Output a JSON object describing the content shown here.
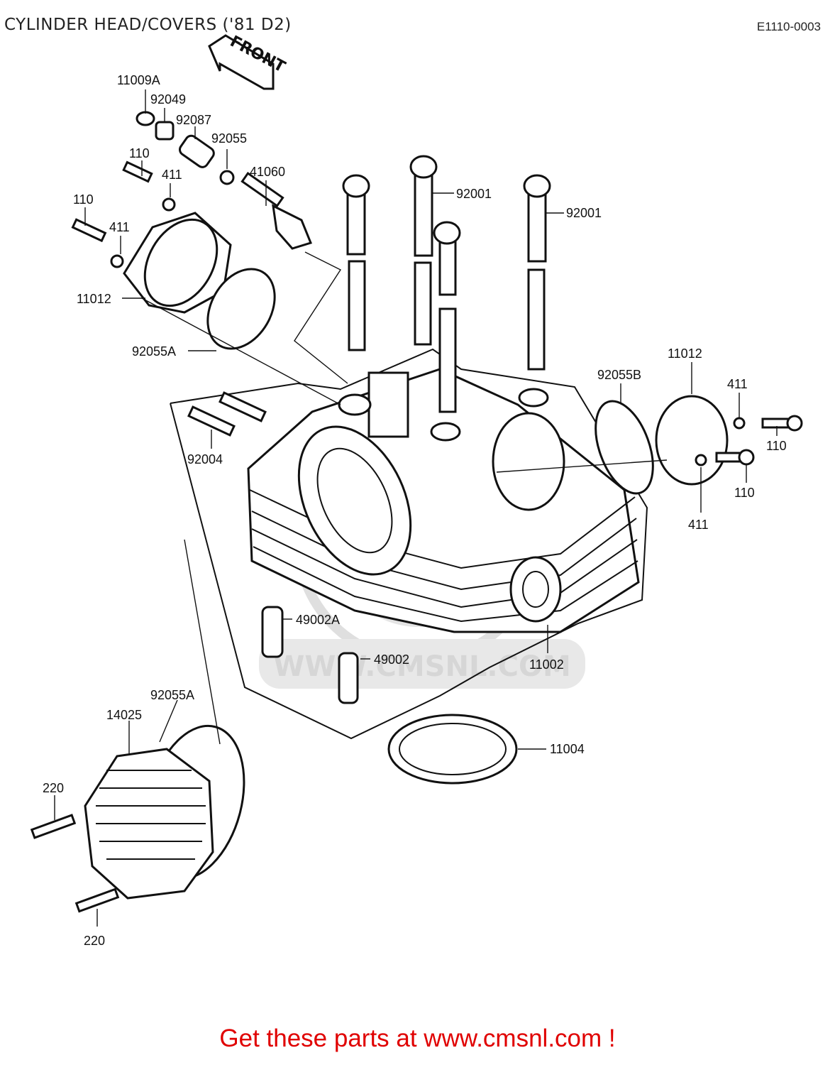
{
  "header": {
    "title": "CYLINDER HEAD/COVERS ('81 D2)",
    "code": "E1110-0003"
  },
  "arrow_label": "FRONT",
  "watermark": "WWW.CMSNL.COM",
  "parts": {
    "p11009a": "11009A",
    "p92049": "92049",
    "p92087": "92087",
    "p92055": "92055",
    "p110_a": "110",
    "p411_a": "411",
    "p110_b": "110",
    "p411_b": "411",
    "p41060": "41060",
    "p11012_l": "11012",
    "p92055a_top": "92055A",
    "p92001_a": "92001",
    "p92001_b": "92001",
    "p92004": "92004",
    "p92055b": "92055B",
    "p11012_r": "11012",
    "p411_c": "411",
    "p110_c": "110",
    "p110_d": "110",
    "p411_d": "411",
    "p49002a": "49002A",
    "p49002": "49002",
    "p11002": "11002",
    "p92055a_bot": "92055A",
    "p14025": "14025",
    "p11004": "11004",
    "p220_a": "220",
    "p220_b": "220"
  },
  "footer": {
    "link_text": "Get these parts at www.cmsnl.com !"
  }
}
